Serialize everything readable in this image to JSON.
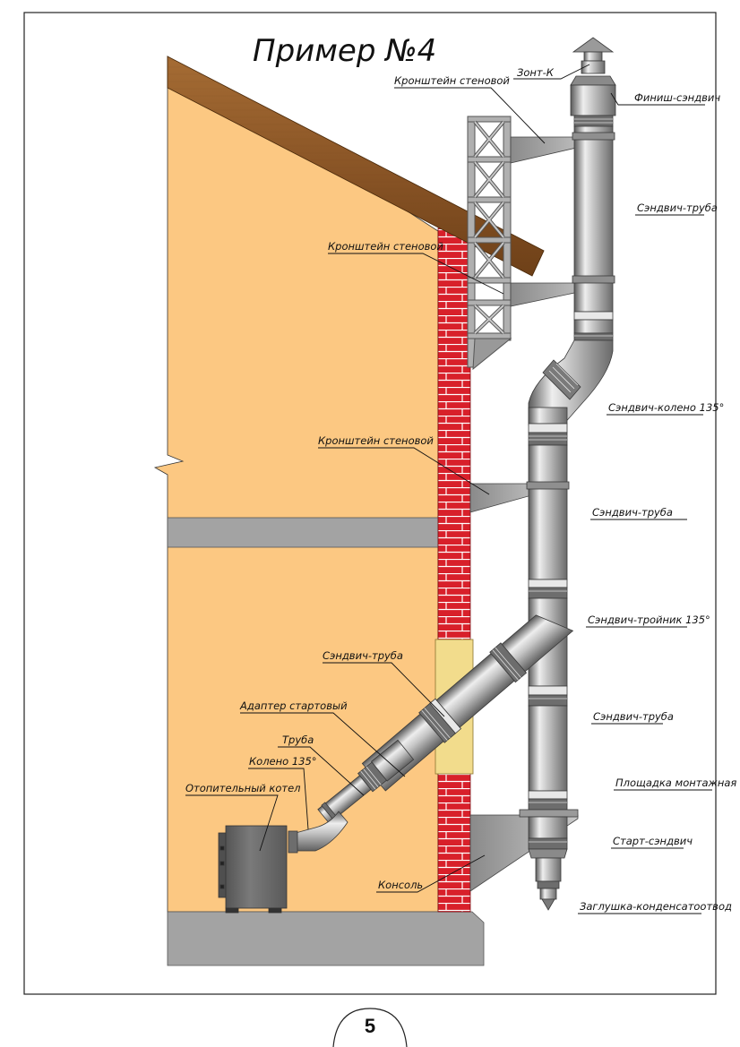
{
  "title": "Пример №4",
  "page_number": "5",
  "labels": {
    "umbrella": "Зонт-К",
    "finish_sandwich": "Финиш-сэндвич",
    "wall_bracket_top": "Кронштейн стеновой",
    "sandwich_pipe_upper": "Сэндвич-труба",
    "wall_bracket_mid": "Кронштейн стеновой",
    "sandwich_elbow": "Сэндвич-колено 135°",
    "wall_bracket_low": "Кронштейн стеновой",
    "sandwich_pipe_mid": "Сэндвич-труба",
    "sandwich_tee": "Сэндвич-тройник 135°",
    "sandwich_pipe_inclined": "Сэндвич-труба",
    "sandwich_pipe_lower": "Сэндвич-труба",
    "starter_adapter": "Адаптер стартовый",
    "pipe": "Труба",
    "elbow_135": "Колено 135°",
    "mounting_platform": "Площадка монтажная",
    "heating_boiler": "Отопительный котел",
    "start_sandwich": "Старт-сэндвич",
    "console": "Консоль",
    "condensate_plug": "Заглушка-конденсатоотвод"
  },
  "colors": {
    "wall": "#fcc882",
    "brick": "#d8202a",
    "floor_slab": "#a3a3a3",
    "roof_beam": "#8e5a28",
    "steel": "#b8b8b8",
    "boiler": "#6f6f6f"
  }
}
